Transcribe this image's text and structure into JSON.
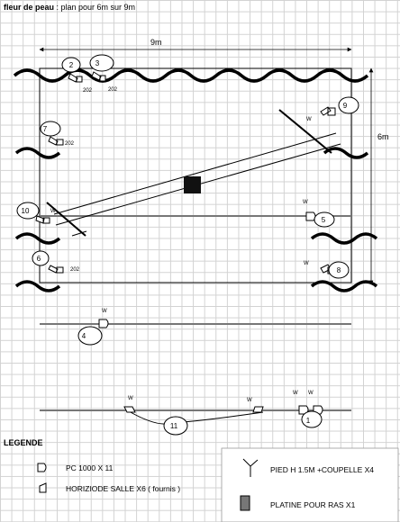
{
  "title": {
    "bold": "fleur de peau",
    "rest": " : plan pour 6m sur 9m"
  },
  "dims": {
    "width_label": "9m",
    "height_label": "6m"
  },
  "fixtures": [
    {
      "num": "1",
      "tags": [
        "W",
        "W"
      ]
    },
    {
      "num": "2",
      "tags": [
        "202"
      ]
    },
    {
      "num": "3",
      "tags": [
        "202"
      ]
    },
    {
      "num": "4",
      "tags": [
        "W"
      ]
    },
    {
      "num": "5",
      "tags": [
        "W"
      ]
    },
    {
      "num": "6",
      "tags": [
        "202"
      ]
    },
    {
      "num": "7",
      "tags": [
        "202"
      ]
    },
    {
      "num": "8",
      "tags": [
        "W"
      ]
    },
    {
      "num": "9",
      "tags": [
        "W"
      ]
    },
    {
      "num": "10",
      "tags": [
        "W"
      ]
    },
    {
      "num": "11",
      "tags": [
        "W",
        "W"
      ]
    }
  ],
  "legend": {
    "title": "LEGENDE",
    "items": [
      {
        "symbol": "pc-icon",
        "text": "PC 1000 X 11"
      },
      {
        "symbol": "horiziode-icon",
        "text": "HORIZIODE SALLE X6 ( fournis )"
      },
      {
        "symbol": "stand-icon",
        "text": "PIED H 1.5M +COUPELLE X4"
      },
      {
        "symbol": "plate-icon",
        "text": "PLATINE POUR RAS X1"
      }
    ]
  }
}
